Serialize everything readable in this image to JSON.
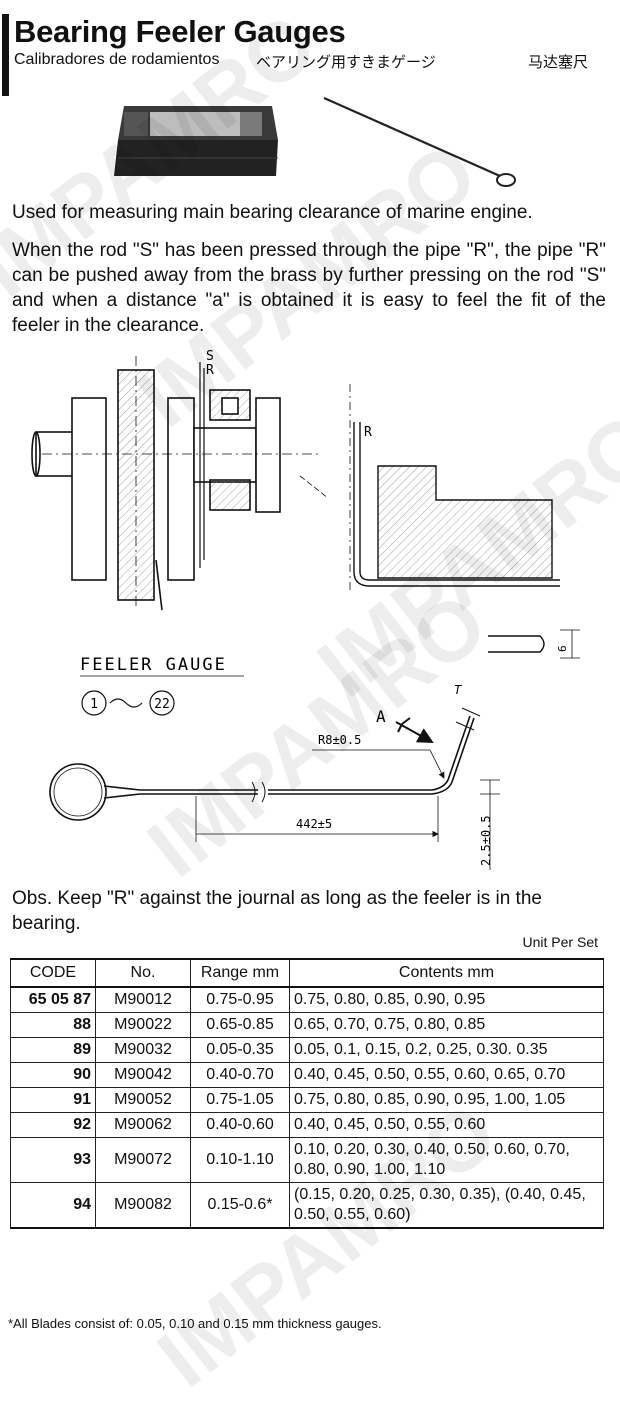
{
  "header": {
    "title": "Bearing Feeler Gauges",
    "subtitle_es": "Calibradores de rodamientos",
    "subtitle_ja": "ベアリング用すきまゲージ",
    "subtitle_zh": "马达塞尺"
  },
  "description": {
    "line1": "Used for measuring main bearing clearance of marine engine.",
    "paragraph": "When the rod \"S\" has been pressed through the pipe \"R\", the pipe \"R\" can be pushed away from the brass by further pressing on the rod \"S\" and when a distance \"a\" is obtained it is easy to feel the fit of the feeler in the clearance."
  },
  "diagram_labels": {
    "s": "S",
    "r_top": "R",
    "r_detail": "R",
    "feeler_gauge": "FEELER GAUGE",
    "range_start": "1",
    "range_end": "22",
    "thickness_t": "T",
    "arrow_a": "A",
    "radius": "R8±0.5",
    "length": "442±5",
    "width": "2.5±0.5",
    "blade_dim": "6"
  },
  "obs": "Obs. Keep \"R\" against the journal as long as the feeler is in the bearing.",
  "table": {
    "unit_note": "Unit Per Set",
    "headers": [
      "CODE",
      "No.",
      "Range mm",
      "Contents mm"
    ],
    "rows": [
      {
        "code": "65 05 87",
        "no": "M90012",
        "range": "0.75-0.95",
        "contents": "0.75, 0.80, 0.85, 0.90, 0.95"
      },
      {
        "code": "88",
        "no": "M90022",
        "range": "0.65-0.85",
        "contents": "0.65, 0.70, 0.75, 0.80, 0.85"
      },
      {
        "code": "89",
        "no": "M90032",
        "range": "0.05-0.35",
        "contents": "0.05, 0.1, 0.15, 0.2, 0.25, 0.30. 0.35"
      },
      {
        "code": "90",
        "no": "M90042",
        "range": "0.40-0.70",
        "contents": "0.40, 0.45, 0.50, 0.55, 0.60, 0.65, 0.70"
      },
      {
        "code": "91",
        "no": "M90052",
        "range": "0.75-1.05",
        "contents": "0.75, 0.80, 0.85, 0.90, 0.95, 1.00, 1.05"
      },
      {
        "code": "92",
        "no": "M90062",
        "range": "0.40-0.60",
        "contents": "0.40, 0.45, 0.50, 0.55, 0.60"
      },
      {
        "code": "93",
        "no": "M90072",
        "range": "0.10-1.10",
        "contents": "0.10, 0.20, 0.30, 0.40, 0.50, 0.60, 0.70, 0.80, 0.90, 1.00, 1.10"
      },
      {
        "code": "94",
        "no": "M90082",
        "range": "0.15-0.6*",
        "contents": "(0.15, 0.20, 0.25, 0.30, 0.35), (0.40, 0.45, 0.50, 0.55, 0.60)"
      }
    ],
    "footnote": "*All Blades consist of: 0.05, 0.10 and 0.15 mm thickness gauges."
  },
  "watermarks": [
    "IMPAMRO",
    "IMPAMRO",
    "IMPAMRO",
    "IMPAMRO",
    "IMPAMRO"
  ]
}
